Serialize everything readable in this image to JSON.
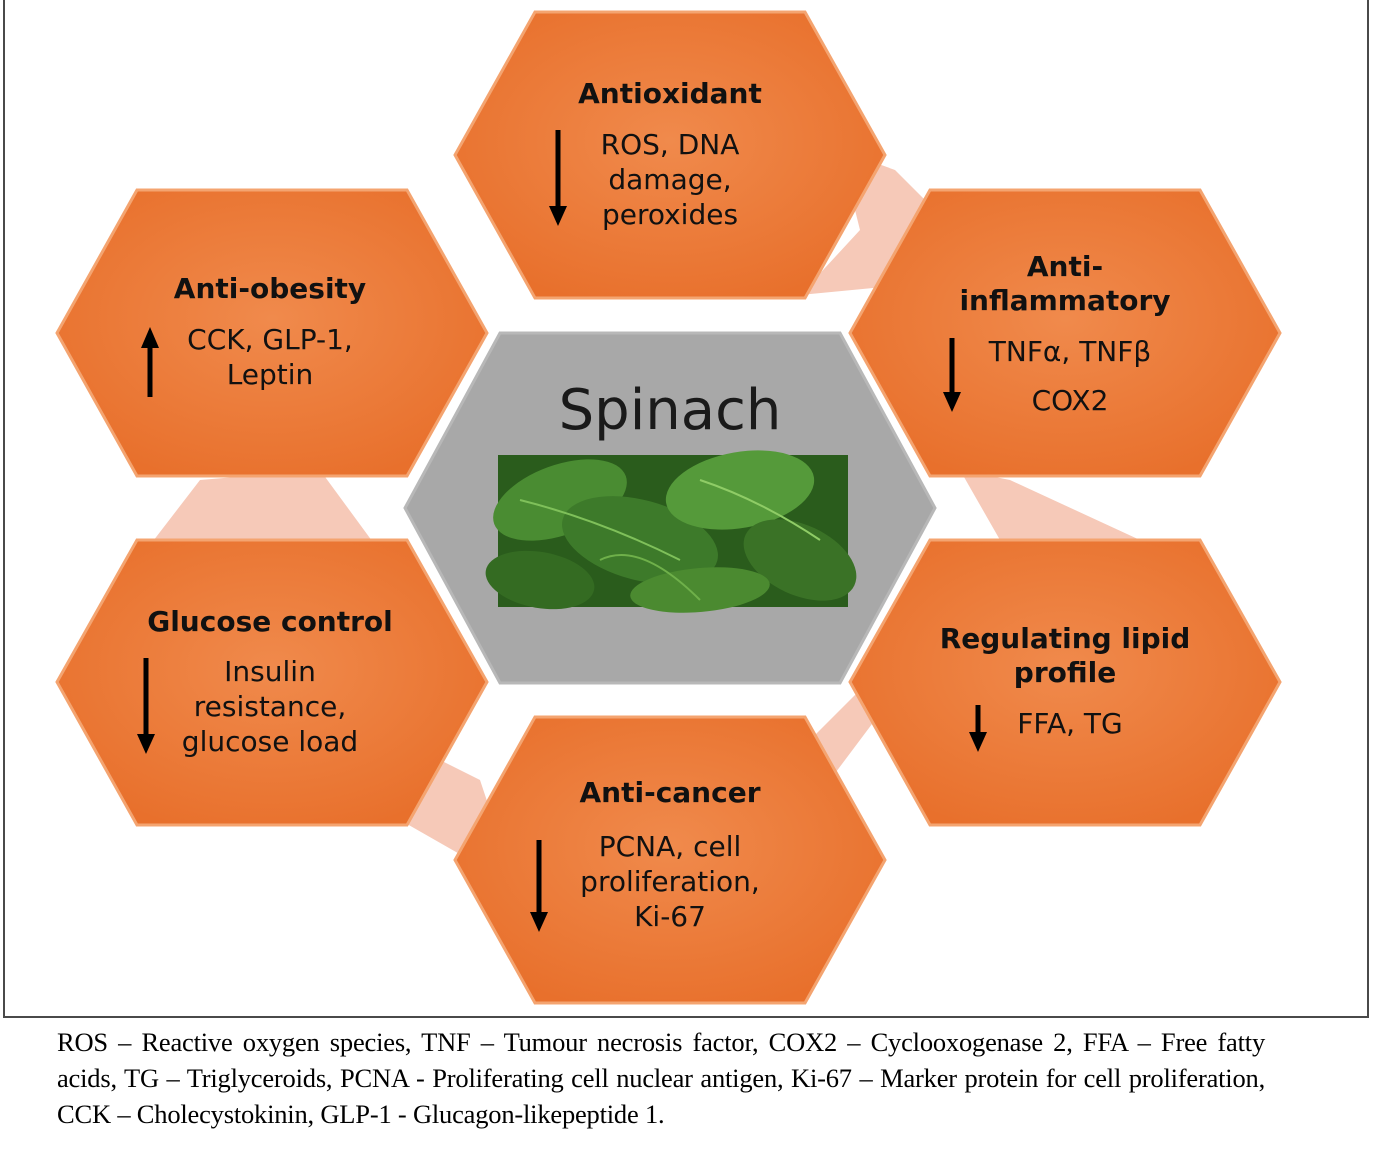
{
  "center": {
    "title": "Spinach",
    "image": "spinach-leaves"
  },
  "nodes": {
    "antioxidant": {
      "title": "Antioxidant",
      "direction": "down",
      "body": "ROS, DNA\ndamage,\nperoxides"
    },
    "anti_inflammatory": {
      "title": "Anti-\ninflammatory",
      "direction": "down",
      "body_line1": "TNFα, TNFβ",
      "body_line2": "COX2"
    },
    "lipid": {
      "title": "Regulating lipid\nprofile",
      "direction": "down",
      "body": "FFA, TG"
    },
    "anti_cancer": {
      "title": "Anti-cancer",
      "direction": "down",
      "body": "PCNA, cell\nproliferation,\nKi-67"
    },
    "glucose": {
      "title": "Glucose control",
      "direction": "down",
      "body": "Insulin\nresistance,\nglucose load"
    },
    "anti_obesity": {
      "title": "Anti-obesity",
      "direction": "up",
      "body": "CCK, GLP-1,\nLeptin"
    }
  },
  "colors": {
    "hex_fill": "#ef7f3e",
    "hex_edge": "#f39b60",
    "connector": "#f6c3b0",
    "center_fill": "#a6a6a6"
  },
  "caption": "ROS – Reactive oxygen species, TNF – Tumour necrosis factor, COX2 – Cyclooxogenase 2, FFA – Free fatty acids, TG – Triglyceroids, PCNA - Proliferating cell nuclear antigen, Ki-67 – Marker protein for cell proliferation, CCK – Cholecystokinin, GLP-1 - Glucagon-likepeptide 1."
}
